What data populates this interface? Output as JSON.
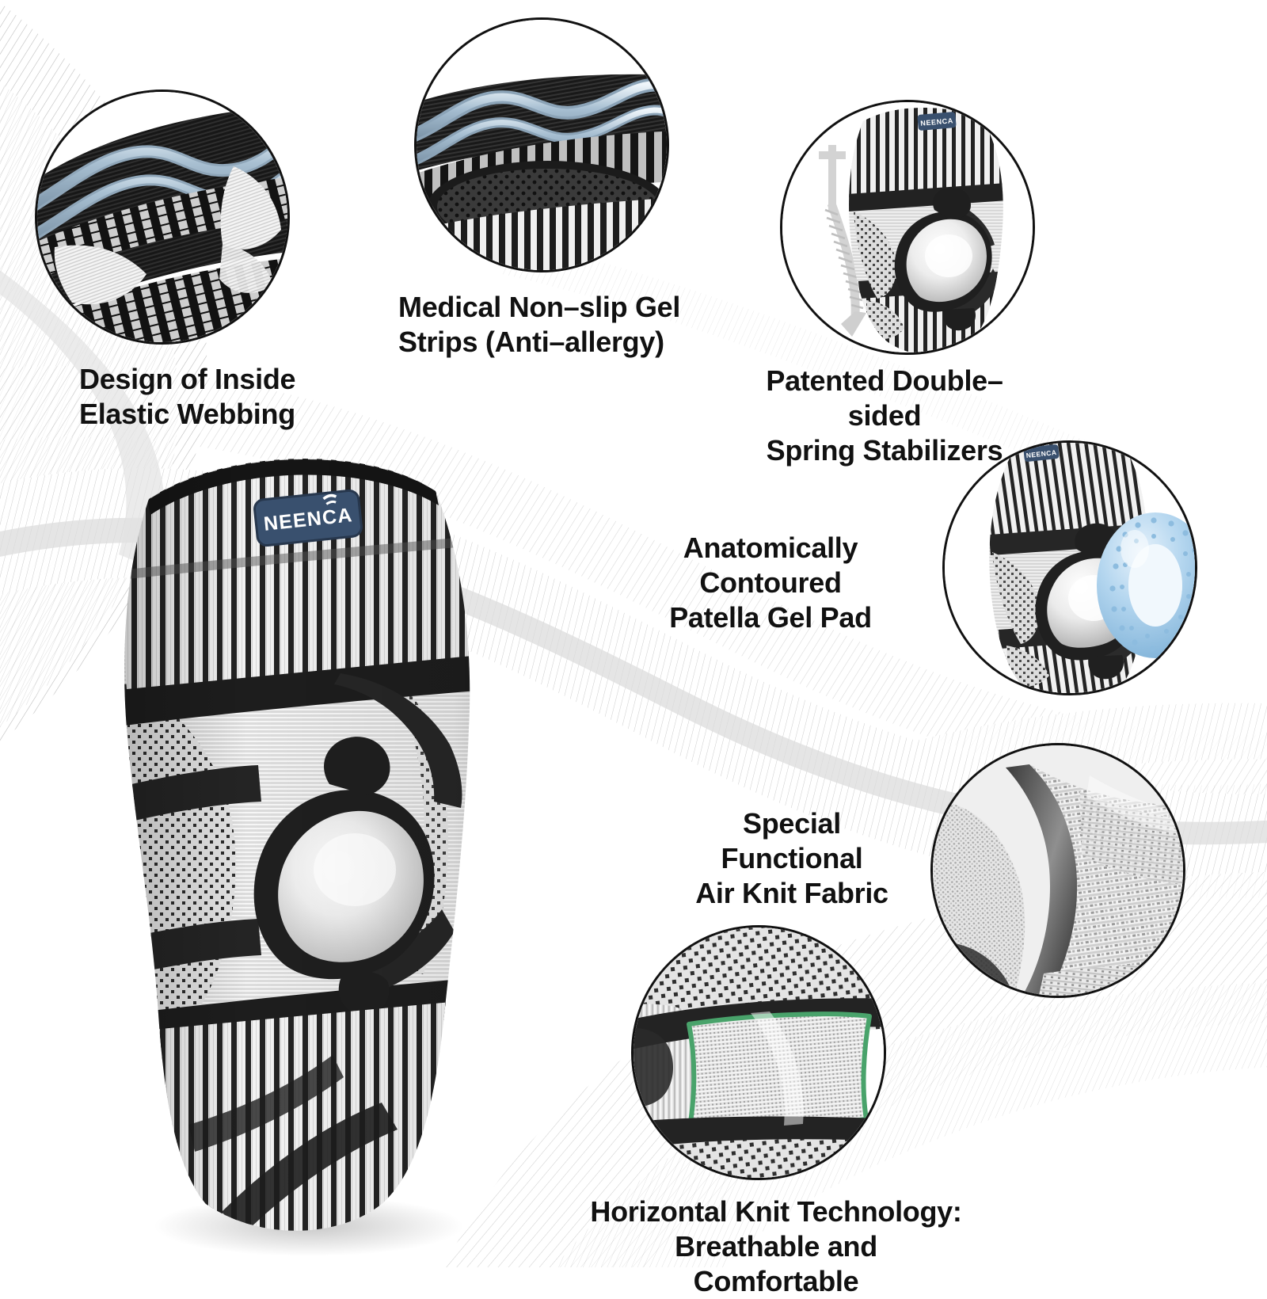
{
  "brand": {
    "name": "NEENCA",
    "label_bg": "#39506e",
    "label_text": "#ffffff"
  },
  "palette": {
    "text": "#111111",
    "fabric_dark": "#2b2b2b",
    "fabric_black": "#1a1a1a",
    "fabric_light": "#e9e9e9",
    "fabric_mid": "#bdbdbd",
    "gel_blue": "#9fb6cc",
    "gel_blue_light": "#d8e4ee",
    "patella_gel": "#a8cbe8",
    "highlight_green": "#49a36b",
    "background": "#ffffff",
    "hairline": "#b9b9b9"
  },
  "features": [
    {
      "id": "design-of-inside-elastic-webbing",
      "label": "Design of Inside\nElastic Webbing",
      "circle": "circle-1",
      "depicts": "inside of knee sleeve cuff with blue-grey wavy silicone gel strips and white elastic webbing bands over black and white striped knit"
    },
    {
      "id": "medical-non-slip-gel-strips",
      "label": "Medical Non–slip Gel\nStrips (Anti–allergy)",
      "circle": "circle-2",
      "depicts": "top cuff interior showing two wavy light blue non-slip gel strips above perforated black knit and striped band"
    },
    {
      "id": "patented-double-sided-spring-stabilizers",
      "label": "Patented Double–sided\nSpring Stabilizers",
      "circle": "circle-3",
      "depicts": "knee sleeve with grey curved coil spring stabilizer diagram and double-headed arrow alongside"
    },
    {
      "id": "anatomically-contoured-patella-gel-pad",
      "label": "Anatomically Contoured\nPatella Gel Pad",
      "circle": "circle-4",
      "depicts": "knee sleeve next to a translucent light blue ring-shaped patella gel pad covered in small nubs"
    },
    {
      "id": "special-functional-air-knit-fabric",
      "label": "Special Functional\nAir Knit Fabric",
      "circle": "circle-5",
      "depicts": "macro close-up of white three dimensional air knit mesh fabric weave"
    },
    {
      "id": "horizontal-knit-technology",
      "label": "Horizontal Knit Technology:\nBreathable and Comfortable",
      "circle": "circle-6",
      "depicts": "knit panel behind the knee outlined with a green rectangle marking the horizontal knit breathable zone"
    }
  ],
  "hero": {
    "id": "main-knee-brace",
    "description": "Large three-quarter view of the NEENCA compression knee sleeve, striped cuffs top and bottom, dark support straps, grey mesh side panels and a contoured patella opening",
    "brand_label": "NEENCA"
  },
  "icons": {
    "spring_stabilizer": "spring-stabilizer-icon",
    "flex_arrow": "double-arrow-icon",
    "gel_ring": "patella-gel-ring-icon"
  }
}
